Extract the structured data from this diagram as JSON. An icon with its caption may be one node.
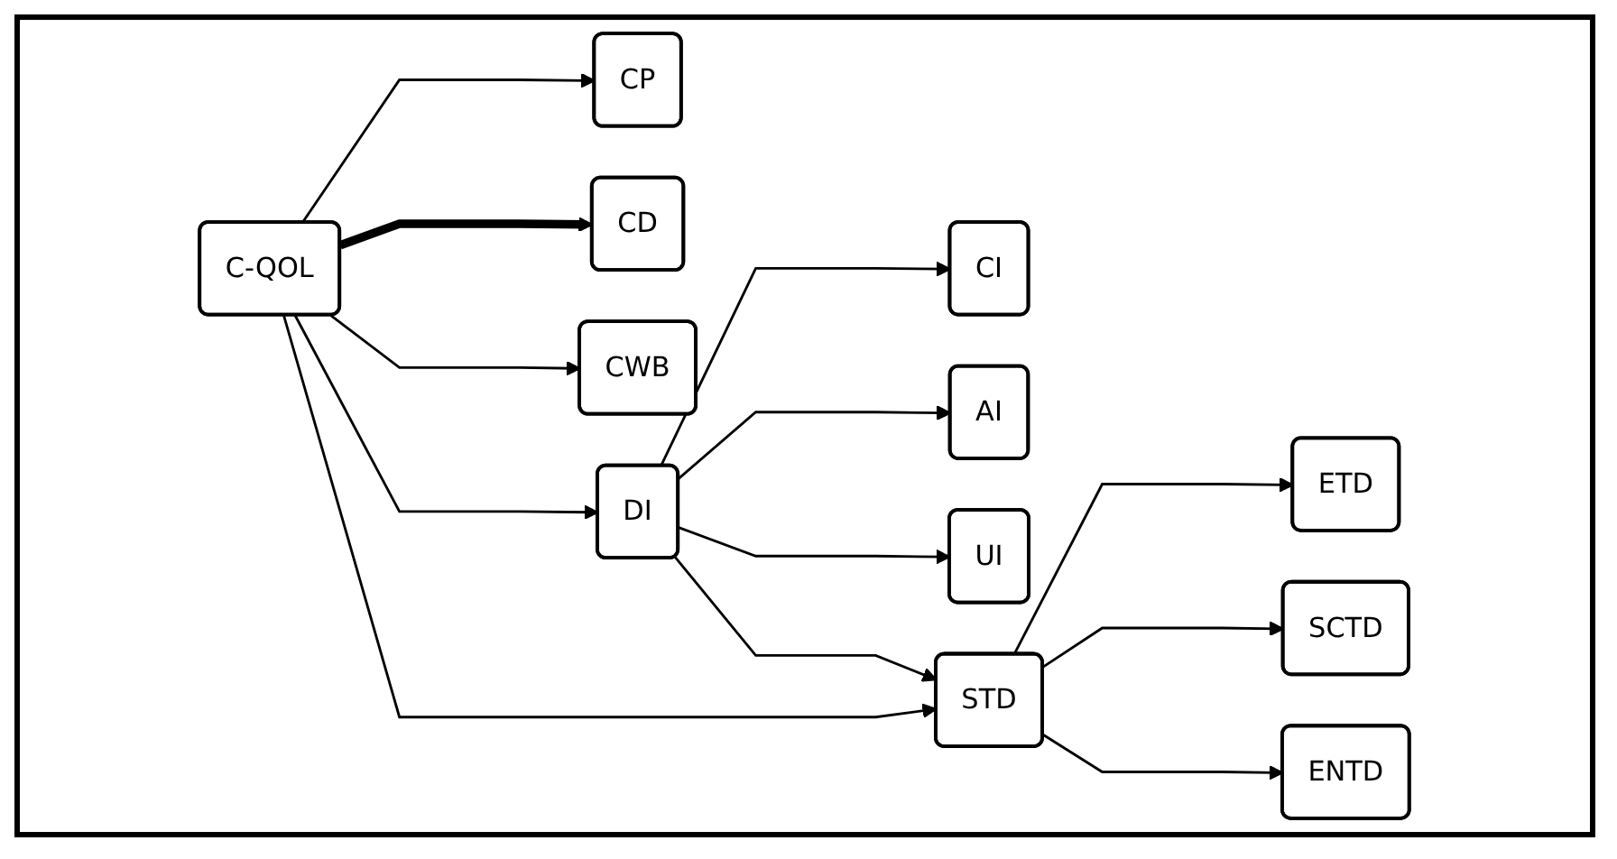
{
  "diagram": {
    "nodes": [
      {
        "text": [
          "CI"
        ]
      },
      {
        "text": [
          "AI"
        ]
      },
      {
        "text": [
          "UI"
        ]
      },
      {
        "text": [
          "DI"
        ]
      },
      {
        "text": [
          "CP"
        ]
      },
      {
        "text": [
          "CD"
        ]
      },
      {
        "text": [
          "C-QOL"
        ]
      },
      {
        "text": [
          "STD"
        ]
      },
      {
        "text": [
          "ETD"
        ]
      },
      {
        "text": [
          "SCTD"
        ]
      },
      {
        "text": [
          "ENTD"
        ]
      },
      {
        "text": [
          "CWB"
        ]
      }
    ],
    "edges": [
      {
        "from": 3,
        "to": 0,
        "arrow": "to"
      },
      {
        "from": 3,
        "to": 1,
        "arrow": "to"
      },
      {
        "from": 3,
        "to": 2,
        "arrow": "to"
      },
      {
        "from": 6,
        "to": 4,
        "arrow": "to"
      },
      {
        "from": 6,
        "to": 5,
        "arrow": "to",
        "style": "thick"
      },
      {
        "from": 6,
        "to": 11,
        "arrow": "to"
      },
      {
        "from": 6,
        "to": 3,
        "arrow": "to"
      },
      {
        "from": 6,
        "to": 7,
        "arrow": "to"
      },
      {
        "from": 3,
        "to": 7,
        "arrow": "to"
      },
      {
        "from": 7,
        "to": 8,
        "arrow": "to"
      },
      {
        "from": 7,
        "to": 9,
        "arrow": "to"
      },
      {
        "from": 7,
        "to": 10,
        "arrow": "to"
      }
    ]
  }
}
